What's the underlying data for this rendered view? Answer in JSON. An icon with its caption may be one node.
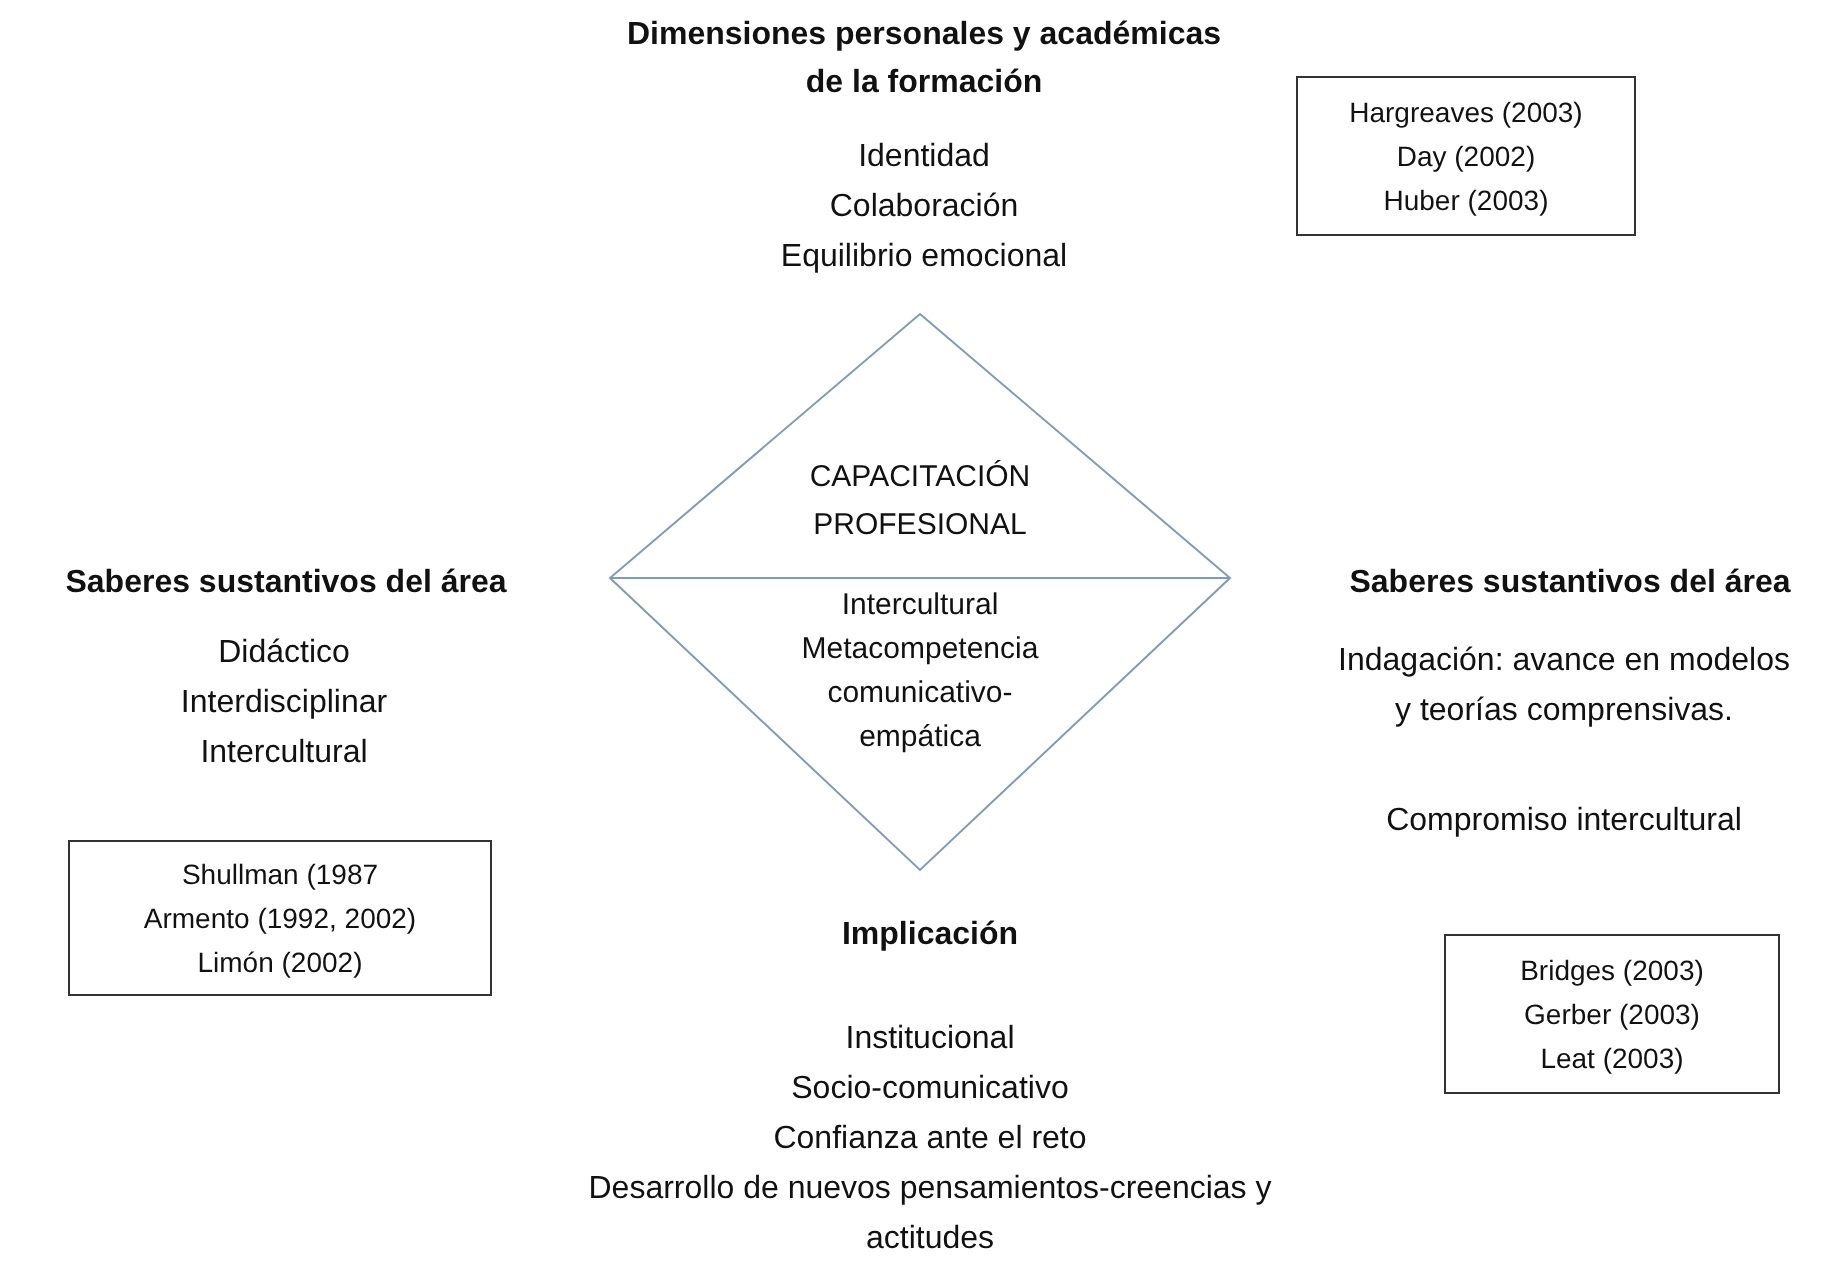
{
  "diagram": {
    "nodes": [
      {
        "text": [
          "CAPACITACIÓN PROFESIONAL",
          "Intercultural Metacompetencia comunicativo-empática"
        ]
      },
      {
        "text": [
          "Hargreaves (2003)",
          "Day (2002)",
          "Huber (2003)"
        ]
      },
      {
        "text": [
          "Shullman (1987",
          "Armento (1992, 2002)",
          "Limón (2002)"
        ]
      },
      {
        "text": [
          "Bridges (2003)",
          "Gerber (2003)",
          "Leat (2003)"
        ]
      }
    ],
    "labels": [
      "Dimensiones personales y académicas de la formación",
      "Identidad",
      "Colaboración",
      "Equilibrio emocional",
      "Saberes sustantivos del área",
      "Didáctico",
      "Interdisciplinar",
      "Intercultural",
      "Saberes sustantivos del área",
      "Indagación: avance en modelos y teorías comprensivas.",
      "Compromiso intercultural",
      "Implicación",
      "Institucional",
      "Socio-comunicativo",
      "Confianza ante el reto",
      "Desarrollo de nuevos pensamientos-creencias y actitudes"
    ]
  }
}
